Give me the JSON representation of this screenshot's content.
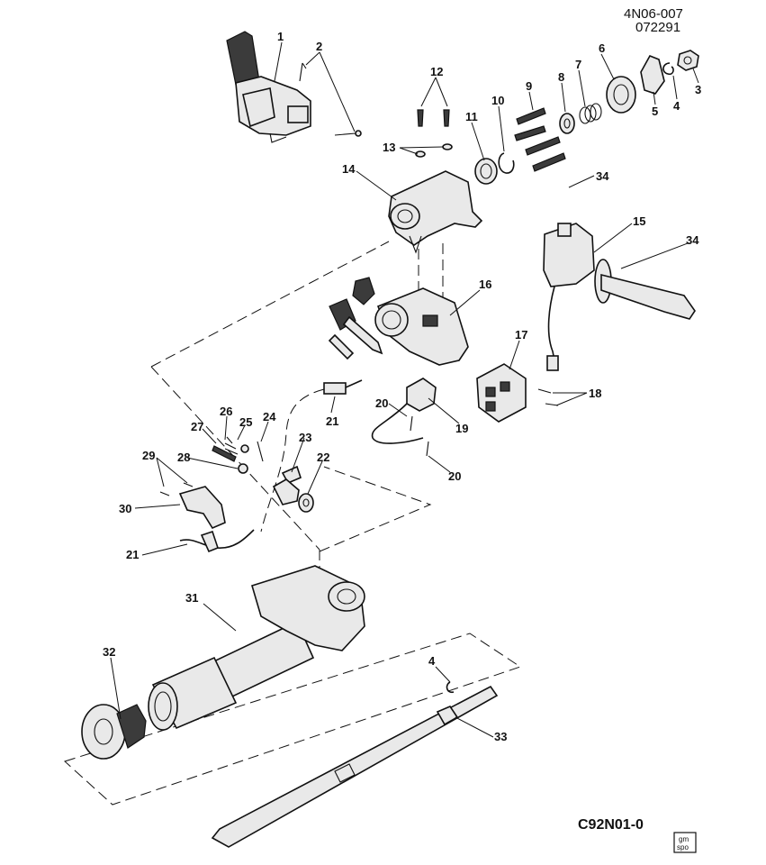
{
  "header": {
    "doc_code": "4N06-007",
    "date_code": "072291"
  },
  "footer": {
    "figure_code": "C92N01-0",
    "logo_line1": "gm",
    "logo_line2": "spo"
  },
  "callouts": {
    "c1": "1",
    "c2": "2",
    "c3": "3",
    "c4a": "4",
    "c4b": "4",
    "c5": "5",
    "c6": "6",
    "c7": "7",
    "c8": "8",
    "c9": "9",
    "c10": "10",
    "c11": "11",
    "c12": "12",
    "c13": "13",
    "c14": "14",
    "c15": "15",
    "c16": "16",
    "c17": "17",
    "c18": "18",
    "c19": "19",
    "c20a": "20",
    "c20b": "20",
    "c21a": "21",
    "c21b": "21",
    "c22": "22",
    "c23": "23",
    "c24": "24",
    "c25": "25",
    "c26": "26",
    "c27": "27",
    "c28": "28",
    "c29": "29",
    "c30": "30",
    "c31": "31",
    "c32": "32",
    "c33": "33",
    "c34a": "34",
    "c34b": "34"
  }
}
